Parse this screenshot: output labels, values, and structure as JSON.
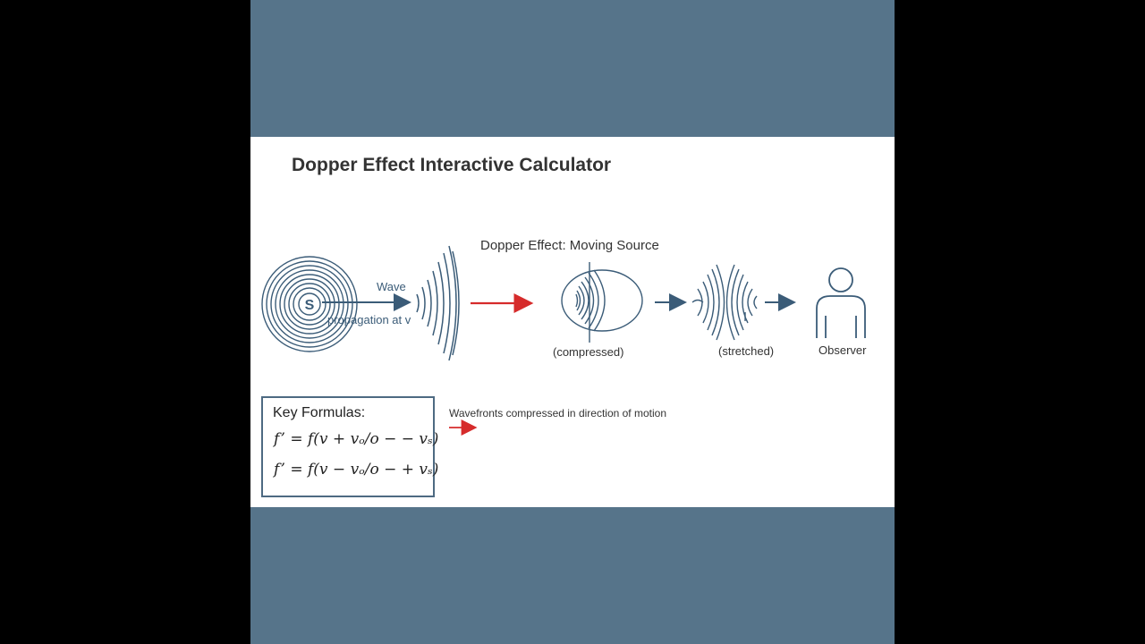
{
  "title": "Dopper Effect Interactive Calculator",
  "diagram": {
    "title": "Dopper Effect: Moving Source",
    "source_symbol": "S",
    "wave_label": "Wave",
    "propagation_label": "propagation at v",
    "compressed_label": "(compressed)",
    "stretched_label": "(stretched)",
    "observer_label": "Observer"
  },
  "formulas": {
    "heading": "Key Formulas:",
    "lines": [
      "f’ = f(v + vₒ/o − − vₛ)",
      "f’ = f(v − vₒ/o − + vₛ)"
    ]
  },
  "note": {
    "text": "Wavefronts compressed in direction of motion"
  },
  "colors": {
    "frame": "#56748a",
    "wave": "#3b5c78",
    "accent_arrow": "#d62b2b",
    "background": "#000000"
  }
}
